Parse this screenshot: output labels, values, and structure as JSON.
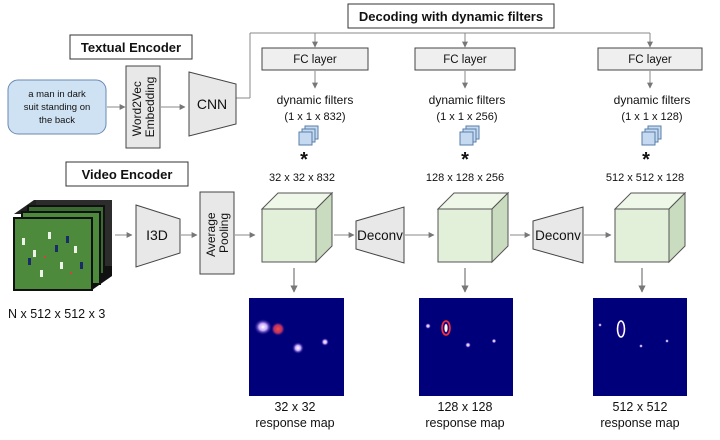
{
  "titles": {
    "decoding": "Decoding with dynamic filters",
    "textual_encoder": "Textual Encoder",
    "video_encoder": "Video Encoder"
  },
  "text_input": [
    "a man in dark",
    "suit standing on",
    "the back"
  ],
  "modules": {
    "word2vec": [
      "Word2Vec",
      "Embedding"
    ],
    "cnn": "CNN",
    "i3d": "I3D",
    "avg_pool": [
      "Average",
      "Pooling"
    ],
    "deconv1": "Deconv",
    "deconv2": "Deconv"
  },
  "branches": [
    {
      "fc": "FC layer",
      "filters_label": "dynamic filters",
      "filters_size": "(1 x 1 x 832)",
      "star": "*",
      "feature_size": "32 x 32 x 832",
      "map_size": "32 x 32",
      "map_label": "response map"
    },
    {
      "fc": "FC layer",
      "filters_label": "dynamic filters",
      "filters_size": "(1 x 1 x 256)",
      "star": "*",
      "feature_size": "128 x 128 x 256",
      "map_size": "128 x 128",
      "map_label": "response map"
    },
    {
      "fc": "FC layer",
      "filters_label": "dynamic filters",
      "filters_size": "(1 x 1 x 128)",
      "star": "*",
      "feature_size": "512 x 512 x 128",
      "map_size": "512 x 512",
      "map_label": "response map"
    }
  ],
  "video_input_size": "N x 512 x 512 x 3",
  "colors": {
    "text_box": "#cfe2f3",
    "cube_fill": "#e2f0d9",
    "filter_fill": "#c5daf1",
    "module_fill": "#e8e8e8",
    "heatmap_bg": "#00007a",
    "field_green": "#4d8a3b"
  }
}
